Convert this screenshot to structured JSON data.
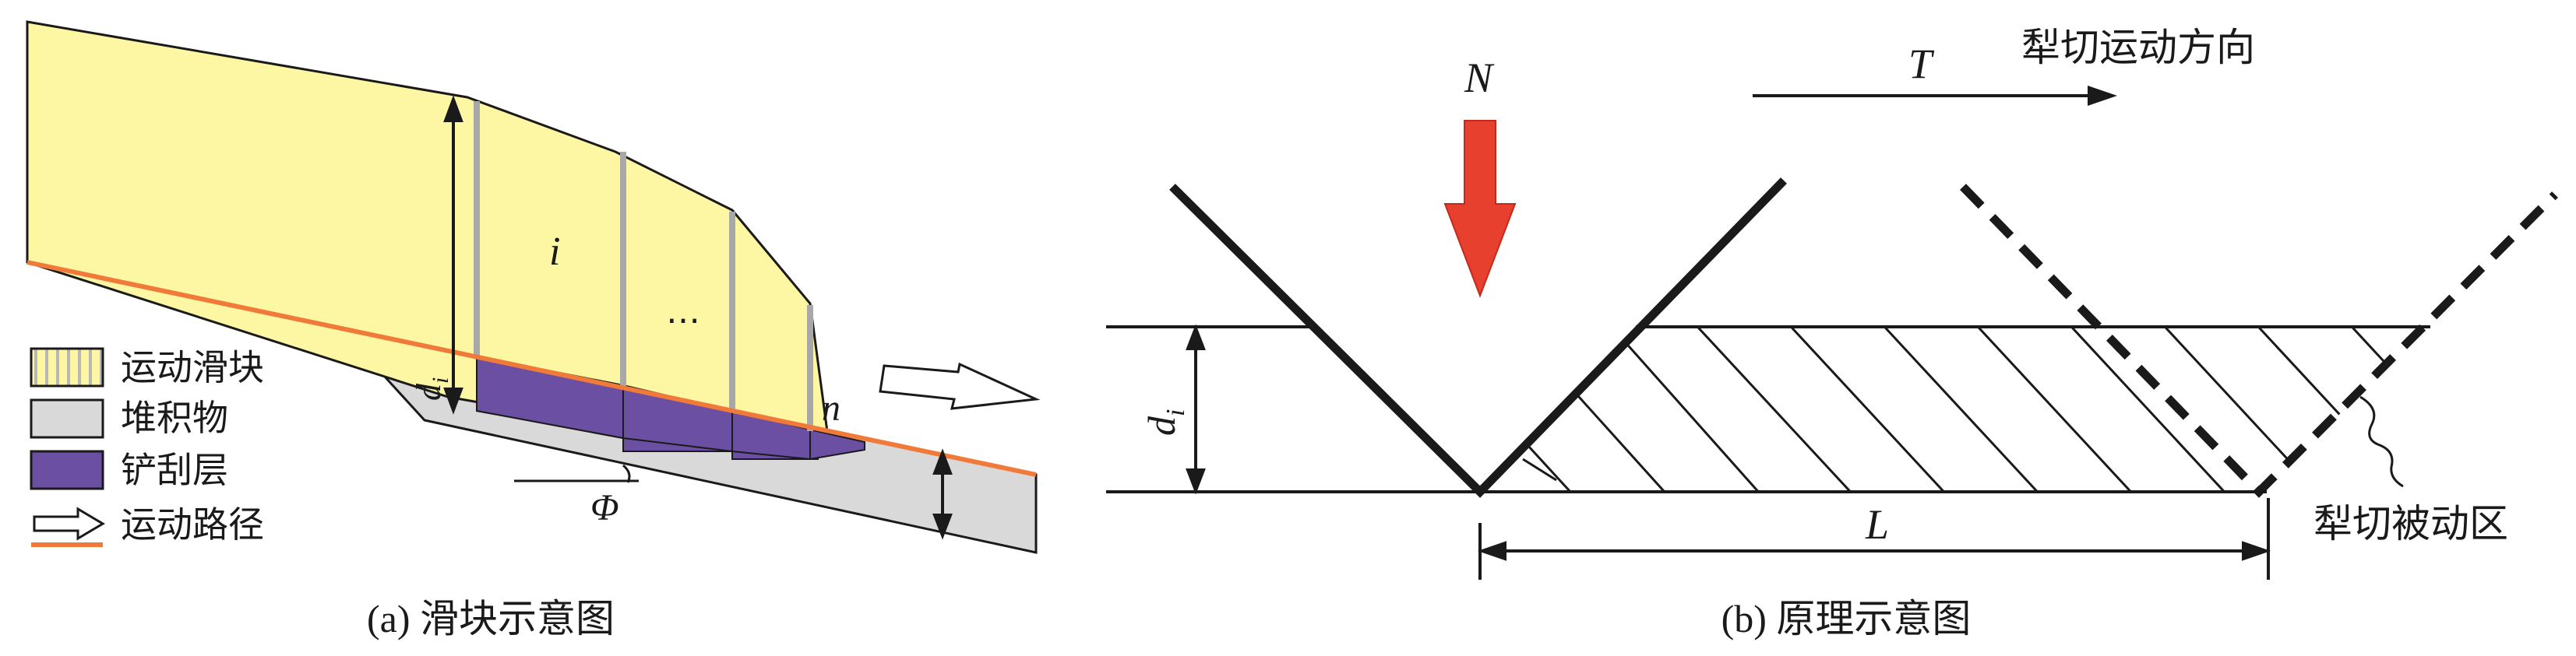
{
  "panel_a": {
    "caption": "(a) 滑块示意图",
    "label_i": "i",
    "label_dots": "…",
    "label_n": "n",
    "label_d": "d",
    "label_d_sub": "i",
    "label_phi": "Φ",
    "legend": [
      {
        "label": "运动滑块",
        "swatch": "yellow-striped"
      },
      {
        "label": "堆积物",
        "swatch": "gray"
      },
      {
        "label": "铲刮层",
        "swatch": "purple"
      },
      {
        "label": "运动路径",
        "swatch": "arrow-and-orange-line"
      }
    ]
  },
  "panel_b": {
    "caption": "(b) 原理示意图",
    "label_N": "N",
    "label_T": "T",
    "label_d": "d",
    "label_d_sub": "i",
    "label_L": "L",
    "direction_text": "犁切运动方向",
    "passive_zone_text": "犁切被动区"
  },
  "colors": {
    "slider_yellow": "#fdf6a3",
    "deposit_gray": "#d9d9d9",
    "scrape_purple": "#6a4fa2",
    "path_orange": "#f07a3a",
    "force_red": "#e8402f",
    "line_black": "#1a1a1a"
  }
}
